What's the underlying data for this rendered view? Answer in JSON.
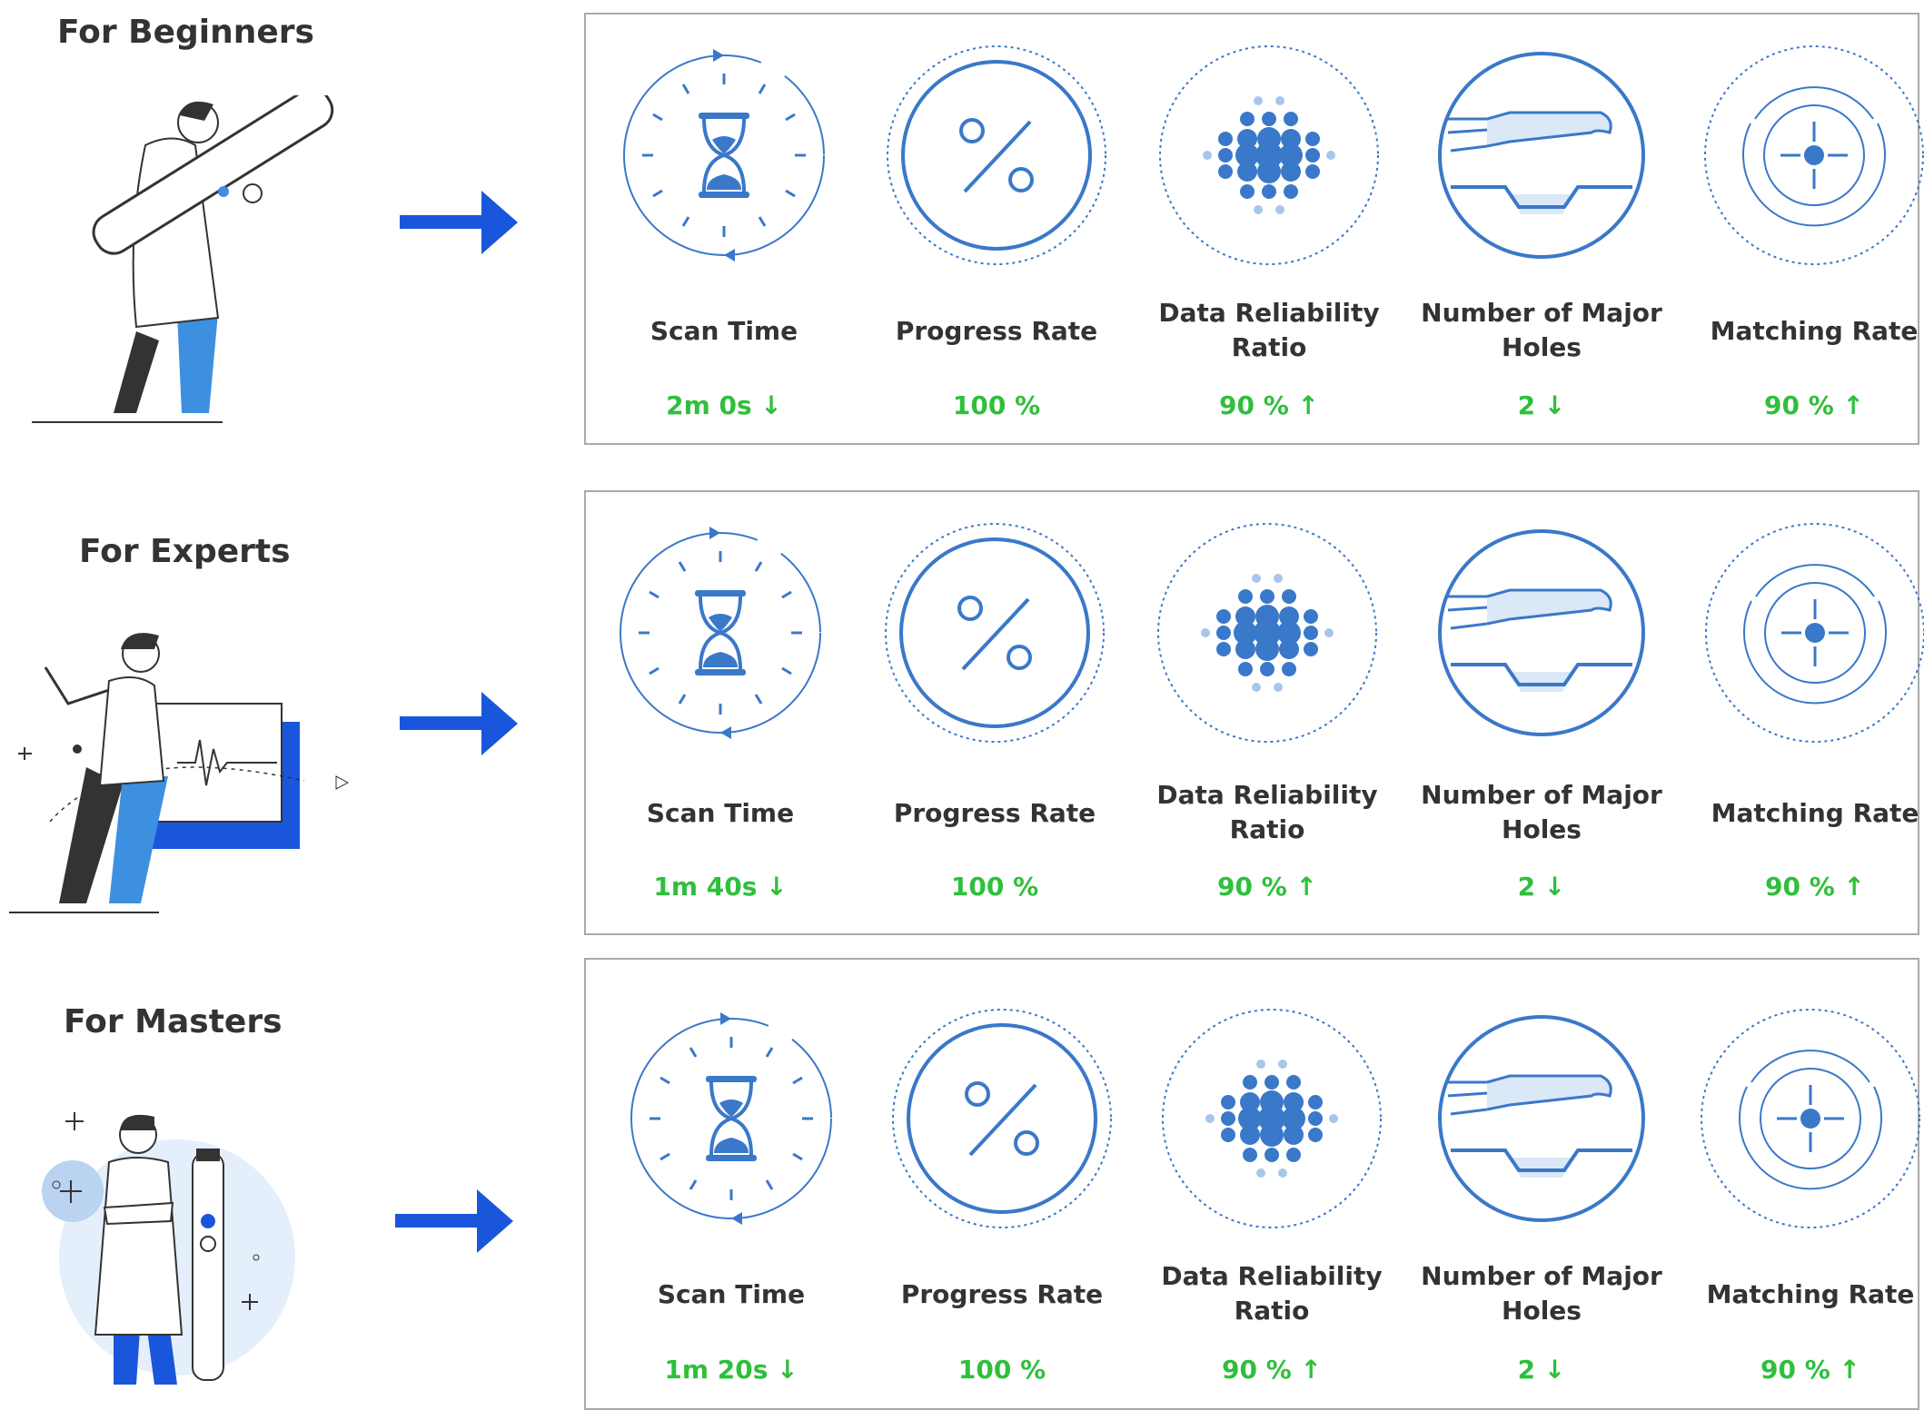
{
  "levels": [
    {
      "title": "For Beginners",
      "metrics": [
        {
          "label": "Scan Time",
          "value": "2m 0s",
          "trend": "↓"
        },
        {
          "label": "Progress Rate",
          "value": "100 %",
          "trend": ""
        },
        {
          "label": "Data Reliability Ratio",
          "value": "90 %",
          "trend": "↑"
        },
        {
          "label": "Number of Major Holes",
          "value": "2",
          "trend": "↓"
        },
        {
          "label": "Matching Rate",
          "value": "90 %",
          "trend": "↑"
        }
      ]
    },
    {
      "title": "For Experts",
      "metrics": [
        {
          "label": "Scan Time",
          "value": "1m 40s",
          "trend": "↓"
        },
        {
          "label": "Progress Rate",
          "value": "100 %",
          "trend": ""
        },
        {
          "label": "Data Reliability Ratio",
          "value": "90 %",
          "trend": "↑"
        },
        {
          "label": "Number of Major Holes",
          "value": "2",
          "trend": "↓"
        },
        {
          "label": "Matching Rate",
          "value": "90 %",
          "trend": "↑"
        }
      ]
    },
    {
      "title": "For Masters",
      "metrics": [
        {
          "label": "Scan Time",
          "value": "1m 20s",
          "trend": "↓"
        },
        {
          "label": "Progress Rate",
          "value": "100 %",
          "trend": ""
        },
        {
          "label": "Data Reliability Ratio",
          "value": "90 %",
          "trend": "↑"
        },
        {
          "label": "Number of Major Holes",
          "value": "2",
          "trend": "↓"
        },
        {
          "label": "Matching Rate",
          "value": "90 %",
          "trend": "↑"
        }
      ]
    }
  ],
  "colors": {
    "accent": "#1a56db",
    "icon": "#3a78c9",
    "value": "#2fbf3c",
    "text": "#333333",
    "border": "#a9a9a9"
  },
  "icons": [
    "hourglass-timer-icon",
    "percent-icon",
    "dot-cluster-icon",
    "scan-holes-icon",
    "crosshair-target-icon"
  ]
}
